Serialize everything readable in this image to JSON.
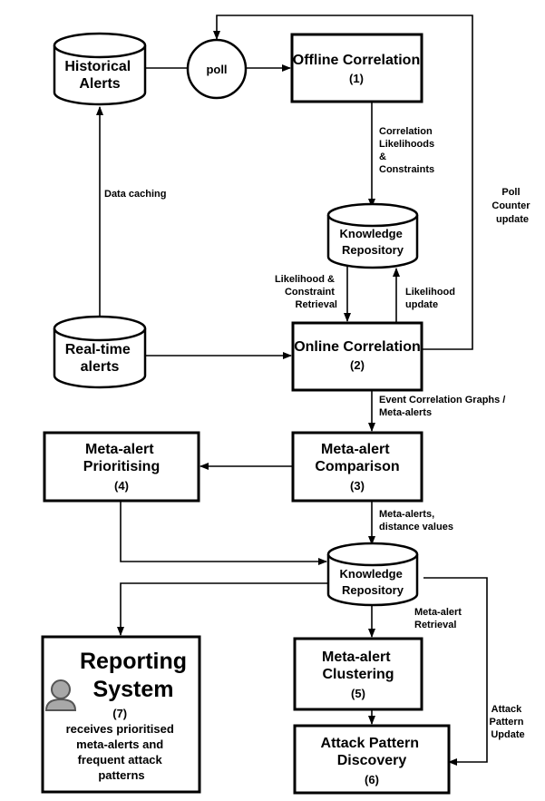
{
  "nodes": {
    "historical_alerts": {
      "line1": "Historical",
      "line2": "Alerts"
    },
    "poll": {
      "label": "poll"
    },
    "offline_correlation": {
      "title": "Offline Correlation",
      "number": "(1)"
    },
    "knowledge_repository_top": {
      "line1": "Knowledge",
      "line2": "Repository"
    },
    "realtime_alerts": {
      "line1": "Real-time",
      "line2": "alerts"
    },
    "online_correlation": {
      "title": "Online Correlation",
      "number": "(2)"
    },
    "meta_alert_comparison": {
      "line1": "Meta-alert",
      "line2": "Comparison",
      "number": "(3)"
    },
    "meta_alert_prioritising": {
      "line1": "Meta-alert",
      "line2": "Prioritising",
      "number": "(4)"
    },
    "knowledge_repository_bottom": {
      "line1": "Knowledge",
      "line2": "Repository"
    },
    "reporting_system": {
      "line1": "Reporting",
      "line2": "System",
      "number": "(7)",
      "desc1": "receives prioritised",
      "desc2": "meta-alerts and",
      "desc3": "frequent attack",
      "desc4": "patterns"
    },
    "meta_alert_clustering": {
      "line1": "Meta-alert",
      "line2": "Clustering",
      "number": "(5)"
    },
    "attack_pattern_discovery": {
      "line1": "Attack Pattern",
      "line2": "Discovery",
      "number": "(6)"
    }
  },
  "edge_labels": {
    "data_caching": "Data caching",
    "correlation": [
      "Correlation",
      "Likelihoods",
      "&",
      "Constraints"
    ],
    "poll_counter": [
      "Poll",
      "Counter",
      "update"
    ],
    "likelihood_retrieval": [
      "Likelihood &",
      "Constraint",
      "Retrieval"
    ],
    "likelihood_update": [
      "Likelihood",
      "update"
    ],
    "event_graphs": [
      "Event Correlation Graphs /",
      "Meta-alerts"
    ],
    "meta_alerts_distance": [
      "Meta-alerts,",
      "distance values"
    ],
    "meta_alert_retrieval": [
      "Meta-alert",
      "Retrieval"
    ],
    "attack_pattern_update": [
      "Attack",
      "Pattern",
      "Update"
    ]
  },
  "icons": {
    "reporting_system": "user-icon"
  }
}
